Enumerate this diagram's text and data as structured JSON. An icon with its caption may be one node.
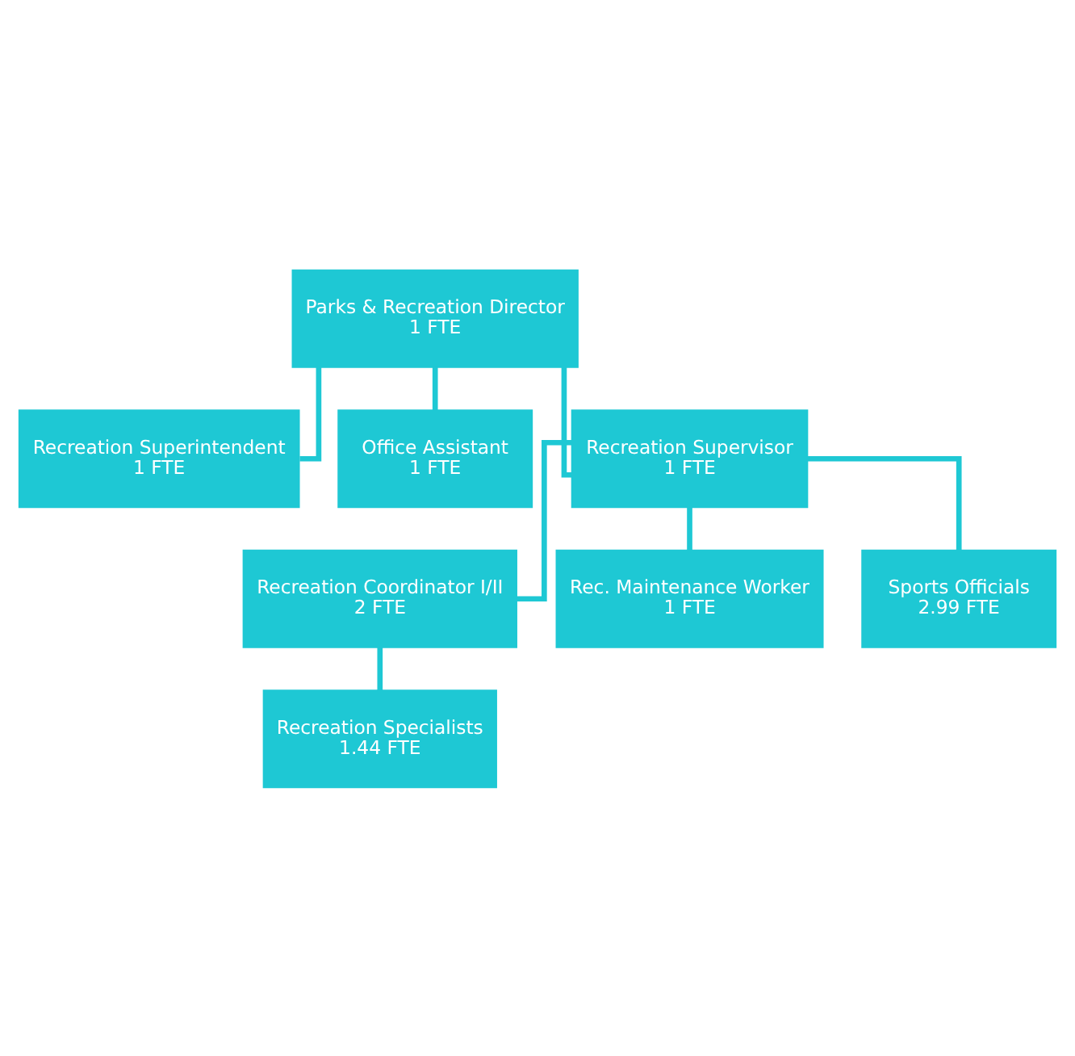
{
  "diagram": {
    "nodes": [
      {
        "text": [
          "Parks & Recreation Director",
          "1 FTE"
        ]
      },
      {
        "text": [
          "Recreation Superintendent",
          "1 FTE"
        ]
      },
      {
        "text": [
          "Office Assistant",
          "1 FTE"
        ]
      },
      {
        "text": [
          "Recreation Supervisor",
          "1 FTE"
        ]
      },
      {
        "text": [
          "Recreation Coordinator I/II",
          "2 FTE"
        ]
      },
      {
        "text": [
          "Rec. Maintenance Worker",
          "1 FTE"
        ]
      },
      {
        "text": [
          "Sports Officials",
          "2.99 FTE"
        ]
      },
      {
        "text": [
          "Recreation Specialists",
          "1.44 FTE"
        ]
      }
    ],
    "edges": [
      {
        "from": 0,
        "to": 1,
        "arrow": "none"
      },
      {
        "from": 0,
        "to": 2,
        "arrow": "none"
      },
      {
        "from": 0,
        "to": 3,
        "arrow": "none"
      },
      {
        "from": 3,
        "to": 4,
        "arrow": "none"
      },
      {
        "from": 3,
        "to": 5,
        "arrow": "none"
      },
      {
        "from": 3,
        "to": 6,
        "arrow": "none"
      },
      {
        "from": 4,
        "to": 7,
        "arrow": "none"
      }
    ]
  }
}
